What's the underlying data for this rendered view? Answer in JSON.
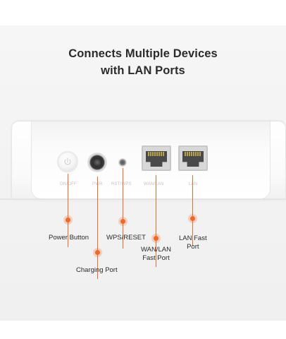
{
  "headline": {
    "line1": "Connects Multiple Devices",
    "line2": "with LAN Ports"
  },
  "ports": {
    "power": "ON/OFF",
    "charging": "PWR",
    "reset": "RST/WPS",
    "wan": "WAN/LAN",
    "lan": "LAN"
  },
  "callouts": {
    "power_button": "Power Button",
    "charging_port": "Charging Port",
    "wps_reset": "WPS/RESET",
    "wan_lan_line1": "WAN/LAN",
    "wan_lan_line2": "Fast Port",
    "lan_line1": "LAN Fast",
    "lan_line2": "Port"
  },
  "colors": {
    "accent": "#ef6a2a",
    "text": "#2b2b2b",
    "background": "#f2f2f2"
  }
}
